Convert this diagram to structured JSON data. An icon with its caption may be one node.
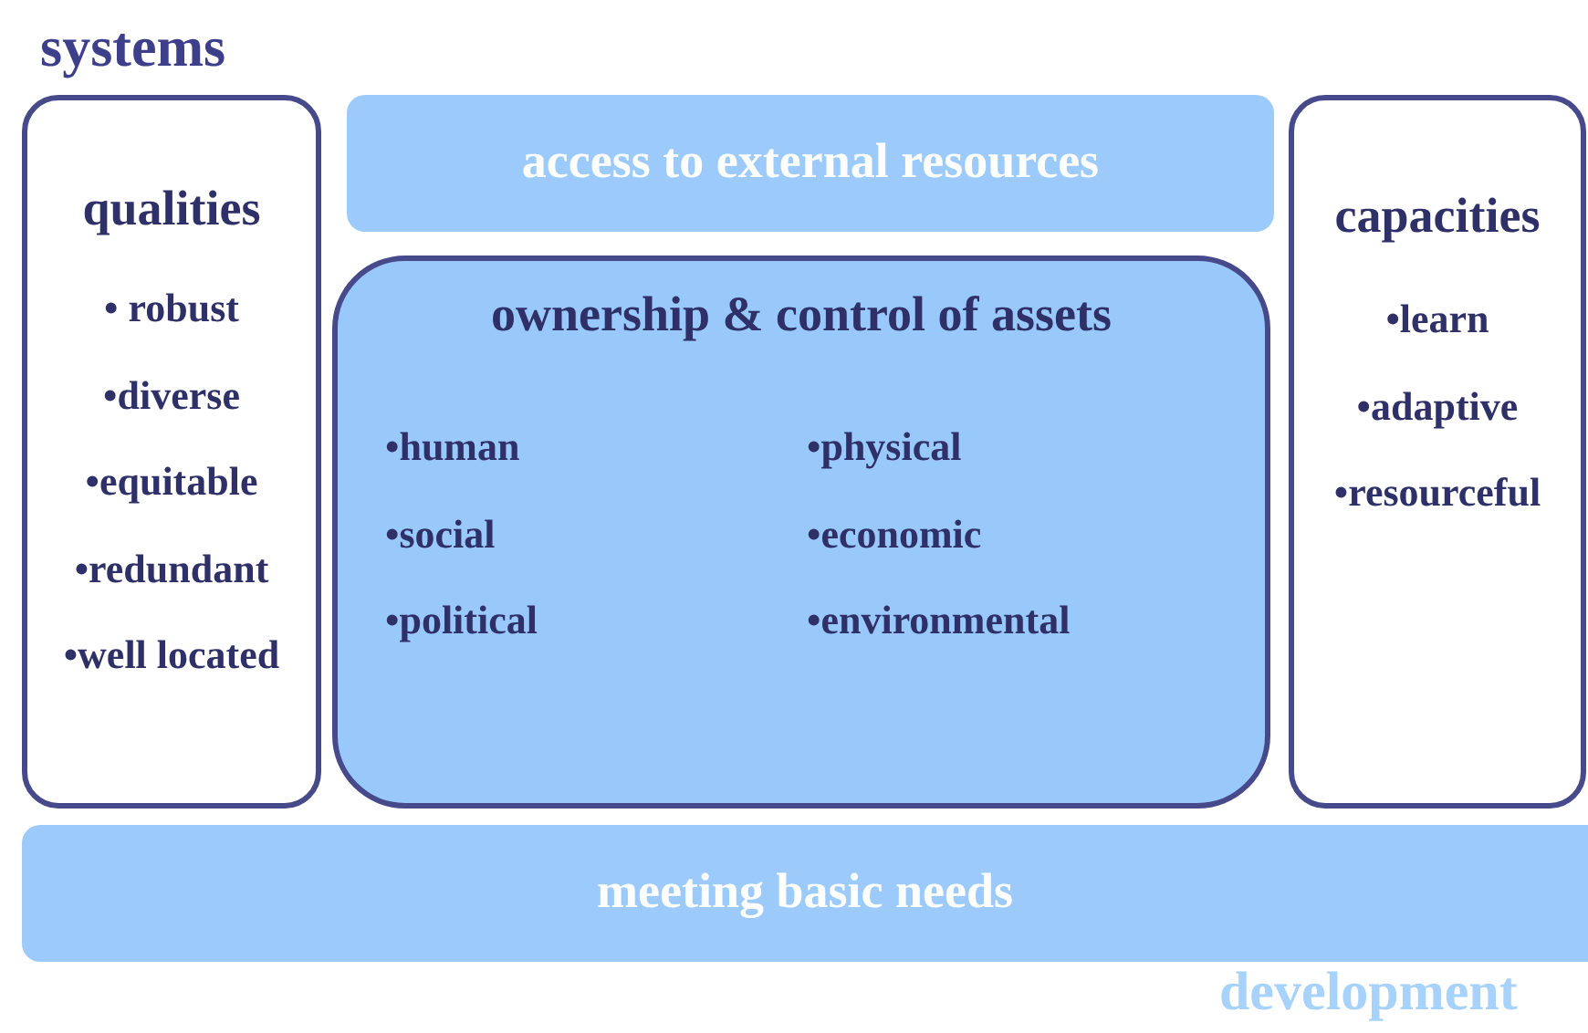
{
  "diagram": {
    "nodes": [
      {
        "text": [
          "qualities",
          "• robust",
          "•diverse",
          "•equitable",
          "•redundant",
          "•well located"
        ]
      },
      {
        "text": [
          "access to external resources"
        ]
      },
      {
        "text": [
          "ownership & control of assets",
          "•human",
          "•social",
          "•political",
          "•physical",
          "•economic",
          "•environmental"
        ]
      },
      {
        "text": [
          "capacities",
          "•learn",
          "•adaptive",
          "•resourceful"
        ]
      },
      {
        "text": [
          "meeting basic needs"
        ]
      }
    ],
    "labels": [
      "systems",
      "development"
    ]
  }
}
